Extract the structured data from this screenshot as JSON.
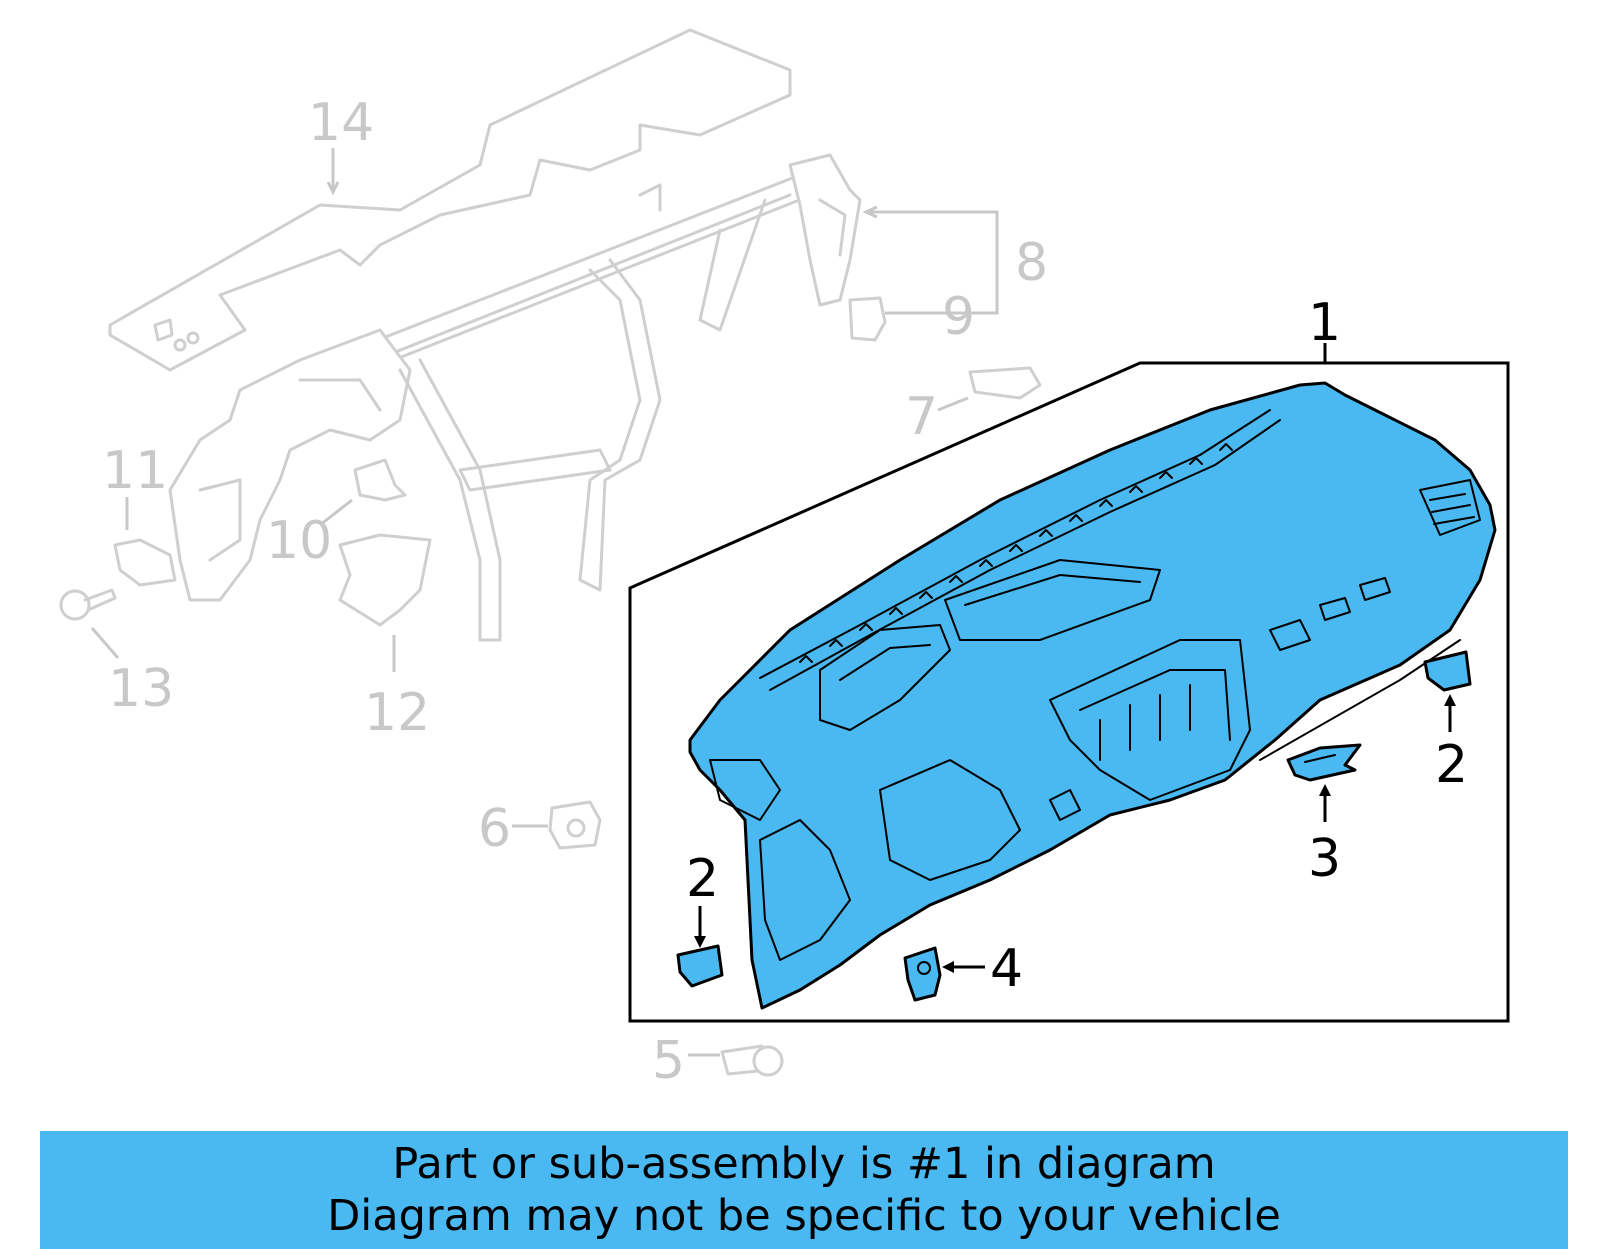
{
  "colors": {
    "highlight": "#4ab8f1",
    "faded": "#c8c8c8",
    "outline": "#000000"
  },
  "callouts": {
    "c1": "1",
    "c2a": "2",
    "c2b": "2",
    "c3": "3",
    "c4": "4",
    "c5": "5",
    "c6": "6",
    "c7": "7",
    "c8": "8",
    "c9": "9",
    "c10": "10",
    "c11": "11",
    "c12": "12",
    "c13": "13",
    "c14": "14"
  },
  "banner": {
    "line1": "Part or sub-assembly is #1 in diagram",
    "line2": "Diagram may not be specific to your vehicle"
  }
}
